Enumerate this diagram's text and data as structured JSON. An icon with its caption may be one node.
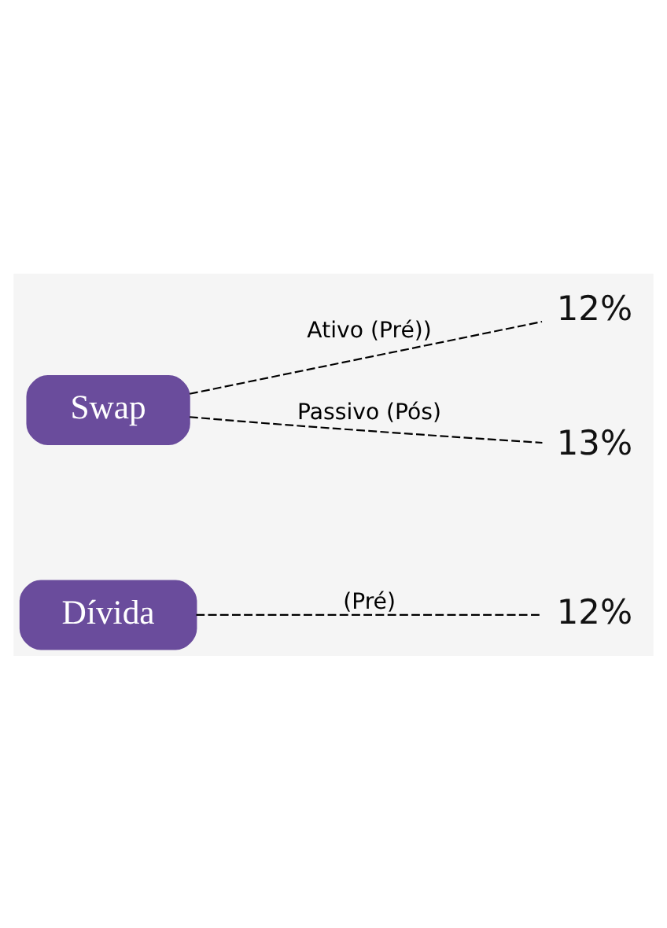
{
  "diagram": {
    "nodes": [
      {
        "text": [
          "Dívida"
        ]
      },
      {
        "text": [
          "12%"
        ]
      },
      {
        "text": [
          "Swap"
        ]
      },
      {
        "text": [
          "12%"
        ]
      },
      {
        "text": [
          "13%"
        ]
      }
    ],
    "edges": [
      {
        "from": 0,
        "to": 1,
        "arrow": "none",
        "style": "dashed",
        "label": "(Pré)"
      },
      {
        "from": 2,
        "to": 3,
        "arrow": "none",
        "style": "dashed",
        "label": "Ativo (Pré))"
      },
      {
        "from": 2,
        "to": 4,
        "arrow": "none",
        "style": "dashed",
        "label": "Passivo (Pós)"
      }
    ]
  }
}
